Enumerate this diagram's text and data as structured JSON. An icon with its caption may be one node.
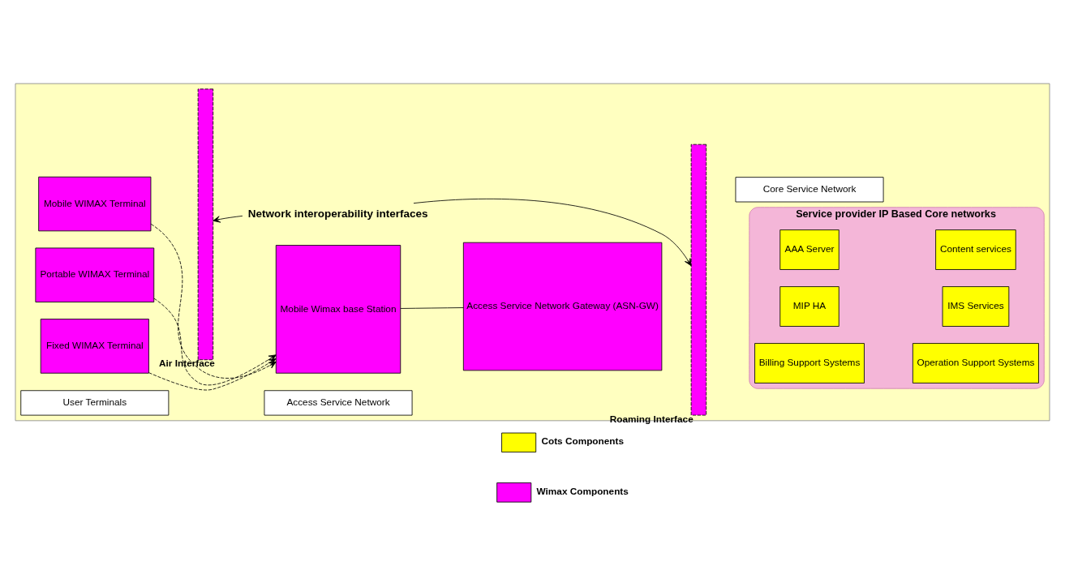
{
  "diagram": {
    "nodes": [
      {
        "text": [],
        "shape": "box"
      },
      {
        "text": [
          "Mobile WIMAX Terminal"
        ],
        "in": 0
      },
      {
        "text": [
          "Portable WIMAX Terminal"
        ],
        "in": 0
      },
      {
        "text": [
          "Fixed WIMAX Terminal"
        ],
        "in": 0
      },
      {
        "text": [],
        "shape": "bar",
        "beside": [
          "Air Interface"
        ],
        "in": 0
      },
      {
        "text": [
          "Network interoperability interfaces"
        ],
        "in": 0
      },
      {
        "text": [
          "Mobile Wimax base Station"
        ],
        "in": 0
      },
      {
        "text": [
          "Access Service Network Gateway (ASN-GW)"
        ],
        "in": 0
      },
      {
        "text": [],
        "shape": "bar",
        "beside": [
          "Roaming Interface"
        ],
        "in": 0
      },
      {
        "text": [
          "Service provider IP Based Core networks"
        ],
        "in": 0
      },
      {
        "text": [
          "AAA Server"
        ],
        "in": 9
      },
      {
        "text": [
          "Content services"
        ],
        "in": 9
      },
      {
        "text": [
          "MIP HA"
        ],
        "in": 9
      },
      {
        "text": [
          "IMS Services"
        ],
        "in": 9
      },
      {
        "text": [
          "Billing Support Systems"
        ],
        "in": 9
      },
      {
        "text": [
          "Operation Support Systems"
        ],
        "in": 9
      },
      {
        "text": [
          "User Terminals"
        ],
        "in": 0
      },
      {
        "text": [
          "Access Service Network"
        ],
        "in": 0
      },
      {
        "text": [
          "Core Service Network"
        ],
        "in": 0
      }
    ],
    "edges": [
      {
        "from": 1,
        "to": 6,
        "arrow": "to",
        "style": "dashed"
      },
      {
        "from": 2,
        "to": 6,
        "arrow": "to",
        "style": "dashed"
      },
      {
        "from": 3,
        "to": 6,
        "arrow": "to",
        "style": "dashed"
      },
      {
        "from": 6,
        "to": 7,
        "arrow": "none"
      },
      {
        "from": 5,
        "to": 4,
        "arrow": "to"
      },
      {
        "from": 5,
        "to": 8,
        "arrow": "to"
      }
    ],
    "legend": [
      {
        "text": "Cots Components",
        "color": "#ffff00"
      },
      {
        "text": "Wimax Components",
        "color": "#ff00ff"
      }
    ]
  }
}
